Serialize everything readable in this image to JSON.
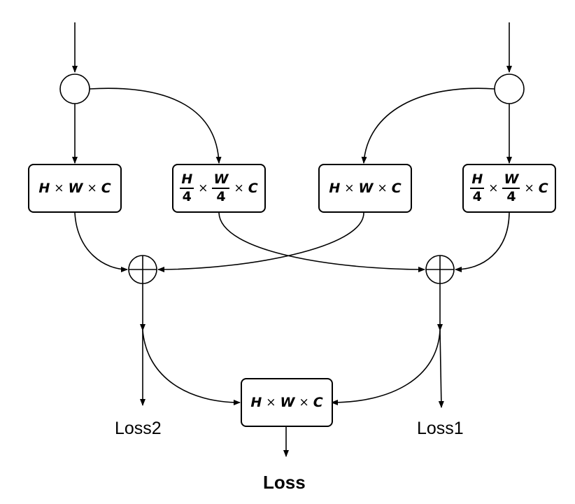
{
  "boxes": {
    "left_full": {
      "h": "H",
      "w": "W",
      "c": "C",
      "times": "×"
    },
    "left_quarter": {
      "h": "H",
      "w": "W",
      "c": "C",
      "den": "4",
      "times": "×"
    },
    "right_full": {
      "h": "H",
      "w": "W",
      "c": "C",
      "times": "×"
    },
    "right_quarter": {
      "h": "H",
      "w": "W",
      "c": "C",
      "den": "4",
      "times": "×"
    },
    "center_full": {
      "h": "H",
      "w": "W",
      "c": "C",
      "times": "×"
    }
  },
  "labels": {
    "loss2": "Loss2",
    "loss1": "Loss1",
    "loss": "Loss"
  },
  "colors": {
    "stroke": "#000000",
    "background": "#ffffff"
  }
}
